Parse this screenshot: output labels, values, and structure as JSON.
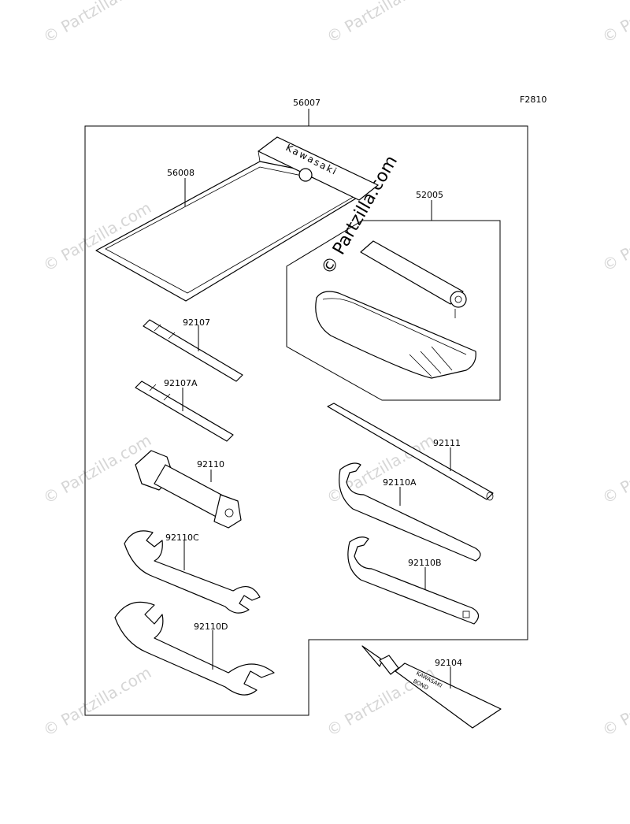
{
  "figure_code": "F2810",
  "watermark": "© Partzilla.com",
  "parts": {
    "p56007": "56007",
    "p56008": "56008",
    "p52005": "52005",
    "p92107": "92107",
    "p92107A": "92107A",
    "p92110": "92110",
    "p92111": "92111",
    "p92110A": "92110A",
    "p92110C": "92110C",
    "p92110B": "92110B",
    "p92110D": "92110D",
    "p92104": "92104"
  },
  "product_text": {
    "pouch_brand": "Kawasaki",
    "tube_brand": "KAWASAKI",
    "tube_product": "BOND"
  }
}
